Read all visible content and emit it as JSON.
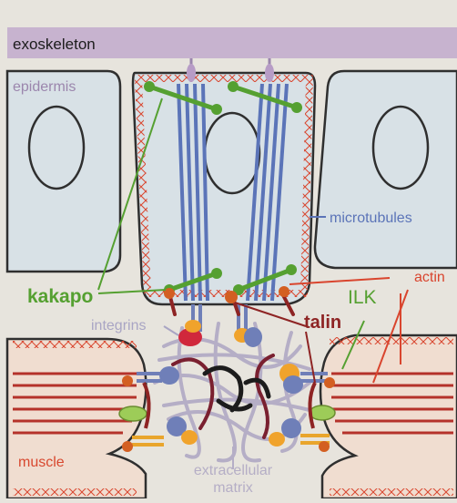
{
  "labels": {
    "exoskeleton": "exoskeleton",
    "epidermis": "epidermis",
    "microtubules": "microtubules",
    "kakapo": "kakapo",
    "ILK": "ILK",
    "actin": "actin",
    "integrins": "integrins",
    "talin": "talin",
    "muscle": "muscle",
    "extracellular": "extracellular",
    "matrix": "matrix"
  },
  "colors": {
    "background": "#e7e4dd",
    "exoskeleton": "#c7b3cf",
    "cell": "#d8e1e6",
    "muscle": "#f0ddd0",
    "microtubule": "#5b74b8",
    "kakapo": "#55a031",
    "actin": "#d9452e",
    "talin": "#8e2424",
    "integrin_label": "#a9a5c4",
    "integrin_alpha": "#6f7fb8",
    "integrin_beta": "#e9a52c",
    "ilk": "#9dcc58",
    "matrix": "#b5aec6",
    "muscle_label": "#d8482f",
    "epidermis_label": "#9b86ad"
  }
}
